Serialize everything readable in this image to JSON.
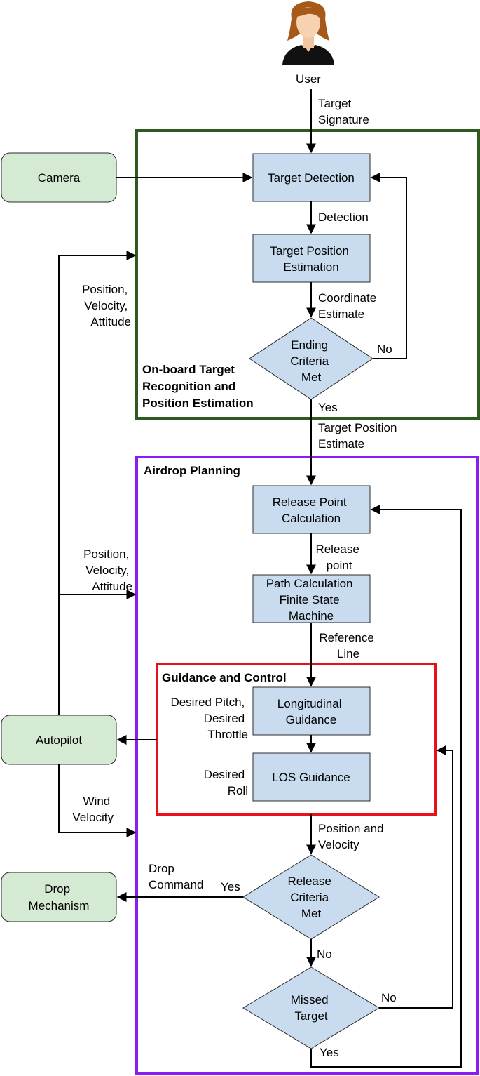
{
  "user": {
    "label": "User"
  },
  "groups": {
    "onboard": {
      "title_lines": [
        "On-board Target",
        "Recognition and",
        "Position Estimation"
      ],
      "color": "#2d5a1e"
    },
    "airdrop": {
      "title": "Airdrop Planning",
      "color": "#8a1cf0"
    },
    "guidance": {
      "title": "Guidance and Control",
      "color": "#e8101a"
    }
  },
  "external": {
    "camera": "Camera",
    "autopilot": "Autopilot",
    "drop_mechanism": [
      "Drop",
      "Mechanism"
    ]
  },
  "process": {
    "target_detection": [
      "Target Detection"
    ],
    "target_position_estimation": [
      "Target Position",
      "Estimation"
    ],
    "release_point_calculation": [
      "Release Point",
      "Calculation"
    ],
    "path_calculation": [
      "Path Calculation",
      "Finite State",
      "Machine"
    ],
    "longitudinal_guidance": [
      "Longitudinal",
      "Guidance"
    ],
    "los_guidance": [
      "LOS Guidance"
    ]
  },
  "decisions": {
    "ending_criteria": [
      "Ending",
      "Criteria",
      "Met"
    ],
    "release_criteria": [
      "Release",
      "Criteria",
      "Met"
    ],
    "missed_target": [
      "Missed",
      "Target"
    ]
  },
  "edge_labels": {
    "target_signature": [
      "Target",
      "Signature"
    ],
    "detection": [
      "Detection"
    ],
    "coordinate_estimate": [
      "Coordinate",
      "Estimate"
    ],
    "ending_no": [
      "No"
    ],
    "ending_yes": [
      "Yes"
    ],
    "target_position_estimate": [
      "Target Position",
      "Estimate"
    ],
    "release_point": [
      "Release",
      "point"
    ],
    "reference_line": [
      "Reference",
      "Line"
    ],
    "pva_top": [
      "Position,",
      "Velocity,",
      "Attitude"
    ],
    "pva_mid": [
      "Position,",
      "Velocity,",
      "Attitude"
    ],
    "desired_pitch": [
      "Desired Pitch,",
      "Desired",
      "Throttle"
    ],
    "desired_roll": [
      "Desired",
      "Roll"
    ],
    "wind_velocity": [
      "Wind",
      "Velocity"
    ],
    "position_and_velocity": [
      "Position and",
      "Velocity"
    ],
    "drop_command": [
      "Drop",
      "Command"
    ],
    "release_yes": [
      "Yes"
    ],
    "release_no": [
      "No"
    ],
    "missed_no": [
      "No"
    ],
    "missed_yes": [
      "Yes"
    ]
  }
}
